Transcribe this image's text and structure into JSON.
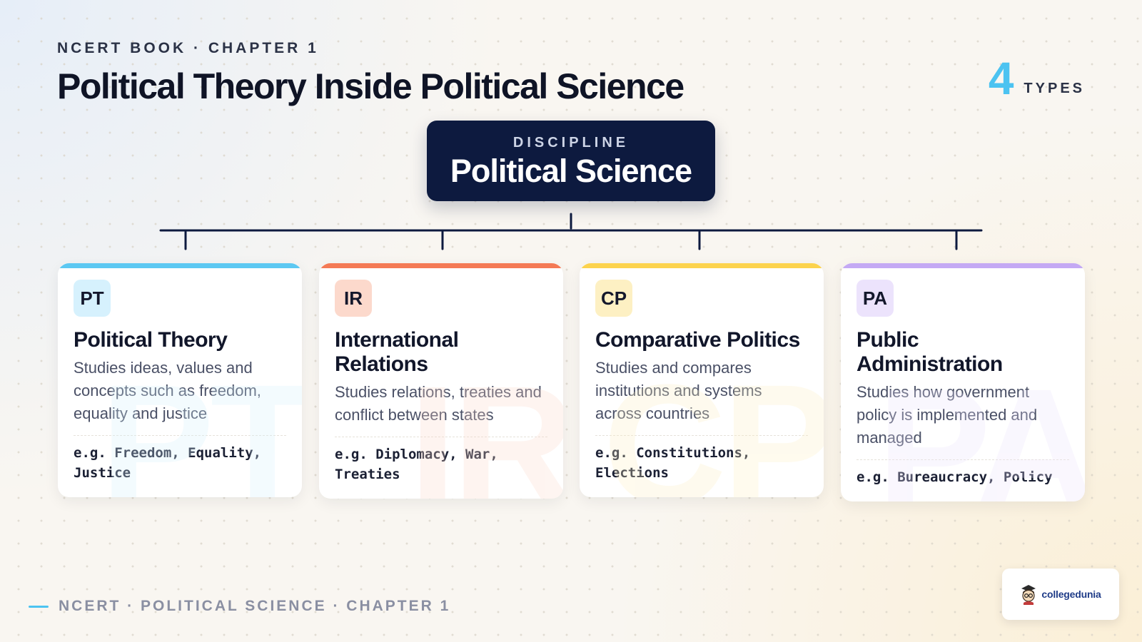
{
  "header": {
    "eyebrow": "NCERT BOOK · CHAPTER 1",
    "title": "Political Theory Inside Political Science",
    "count_number": "4",
    "count_label": "TYPES"
  },
  "root": {
    "kicker": "DISCIPLINE",
    "name": "Political Science"
  },
  "branches": [
    {
      "badge": "PT",
      "title": "Political Theory",
      "description": "Studies ideas, values and concepts such as freedom, equality and justice",
      "example": "e.g. Freedom, Equality, Justice",
      "accent": "#5cc8f2",
      "badge_bg": "#d6f1fd"
    },
    {
      "badge": "IR",
      "title": "International Relations",
      "description": "Studies relations, treaties and conflict between states",
      "example": "e.g. Diplomacy, War, Treaties",
      "accent": "#f47a55",
      "badge_bg": "#fcd9cc"
    },
    {
      "badge": "CP",
      "title": "Comparative Politics",
      "description": "Studies and compares institutions and systems across countries",
      "example": "e.g. Constitutions, Elections",
      "accent": "#fcd34d",
      "badge_bg": "#fdf0c3"
    },
    {
      "badge": "PA",
      "title": "Public Administration",
      "description": "Studies how government policy is implemented and managed",
      "example": "e.g. Bureaucracy, Policy",
      "accent": "#c4a9f4",
      "badge_bg": "#ece3fc"
    }
  ],
  "footer": {
    "text": "NCERT · POLITICAL SCIENCE · CHAPTER 1"
  },
  "logo": {
    "text": "collegedunia",
    "icon": "student-mascot-icon"
  }
}
